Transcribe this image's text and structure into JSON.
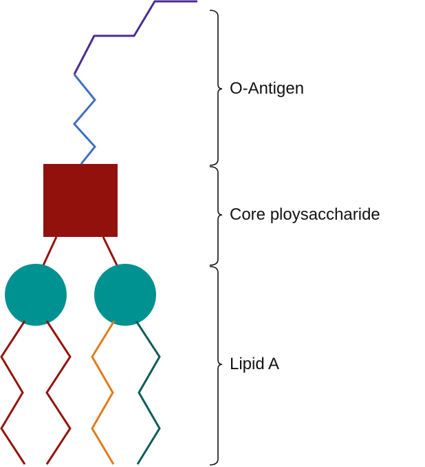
{
  "labels": {
    "o_antigen": "O-Antigen",
    "core": "Core ploysaccharide",
    "lipid_a": "Lipid A"
  },
  "colors": {
    "o_antigen_outer": "#4b2a8c",
    "o_antigen_inner": "#3f6fc0",
    "core_square": "#93110c",
    "core_links": "#93110c",
    "lipid_head": "#009191",
    "chain_red": "#93110c",
    "chain_orange": "#e07a1a",
    "chain_teal": "#0d5b5b",
    "bracket": "#111111"
  }
}
